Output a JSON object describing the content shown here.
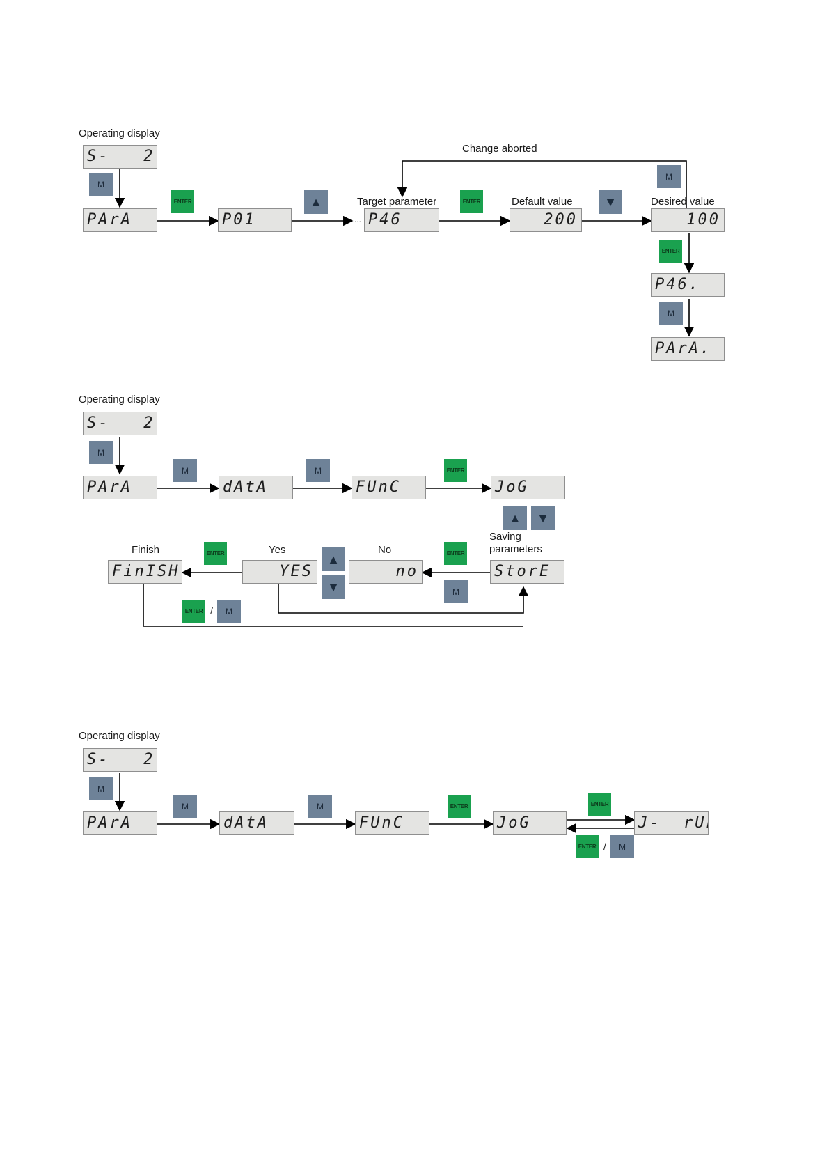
{
  "buttons": {
    "m": "M",
    "enter": "ENTER",
    "up": "▲",
    "down": "▼",
    "slash": "/"
  },
  "diagram1": {
    "label_operating": "Operating display",
    "label_change_aborted": "Change aborted",
    "label_target": "Target parameter",
    "label_default": "Default value",
    "label_desired": "Desired value",
    "ellipsis": "...",
    "d_status": "S-   2",
    "d_para": "PArA",
    "d_p01": "P01",
    "d_p46": "P46",
    "d_default": "200",
    "d_desired": "100",
    "d_p46_dot": "P46.",
    "d_para_dot": "PArA."
  },
  "diagram2": {
    "label_operating": "Operating display",
    "label_finish": "Finish",
    "label_yes": "Yes",
    "label_no": "No",
    "label_saving": "Saving\nparameters",
    "d_status": "S-   2",
    "d_para": "PArA",
    "d_data": "dAtA",
    "d_func": "FUnC",
    "d_jog": "JoG",
    "d_finish": "FinISH",
    "d_yes": "YES",
    "d_no": "no",
    "d_store": "StorE"
  },
  "diagram3": {
    "label_operating": "Operating display",
    "d_status": "S-   2",
    "d_para": "PArA",
    "d_data": "dAtA",
    "d_func": "FUnC",
    "d_jog": "JoG",
    "d_jrun": "J-  rUn"
  }
}
